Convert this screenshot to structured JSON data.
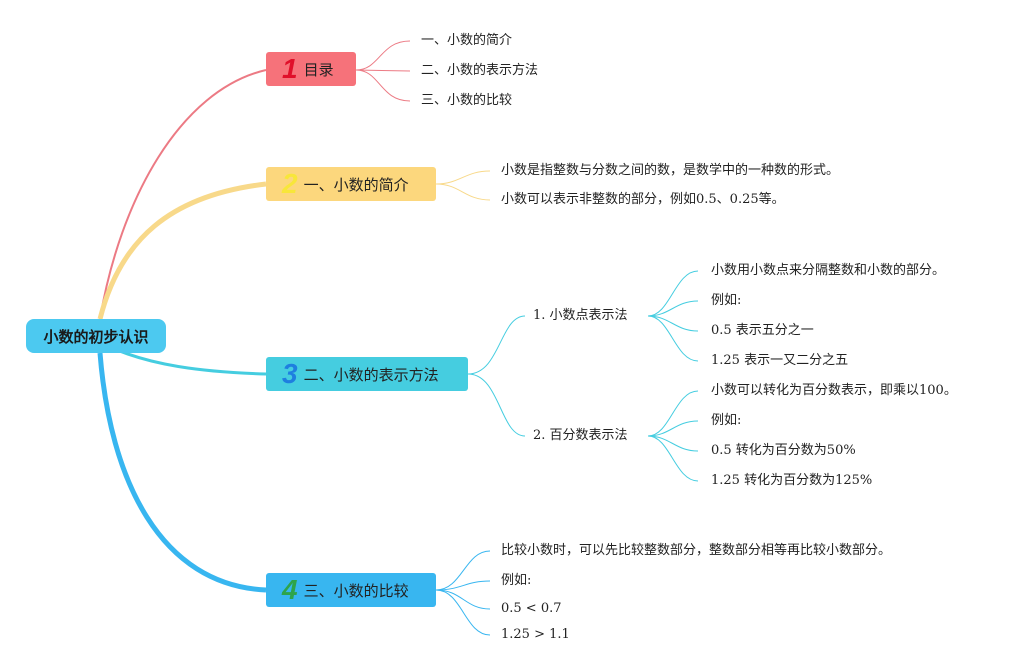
{
  "root": {
    "label": "小数的初步认识"
  },
  "branches": [
    {
      "number": "1",
      "label": "目录",
      "color": "#f6727a",
      "leaves": [
        "一、小数的简介",
        "二、小数的表示方法",
        "三、小数的比较"
      ]
    },
    {
      "number": "2",
      "label": "一、小数的简介",
      "color": "#fcd77d",
      "leaves": [
        "小数是指整数与分数之间的数，是数学中的一种数的形式。",
        "小数可以表示非整数的部分，例如0.5、0.25等。"
      ]
    },
    {
      "number": "3",
      "label": "二、小数的表示方法",
      "color": "#45cde0",
      "subtopics": [
        {
          "label": "1. 小数点表示法",
          "leaves": [
            "小数用小数点来分隔整数和小数的部分。",
            "例如:",
            "0.5 表示五分之一",
            "1.25 表示一又二分之五"
          ]
        },
        {
          "label": "2. 百分数表示法",
          "leaves": [
            "小数可以转化为百分数表示，即乘以100。",
            "例如:",
            "0.5 转化为百分数为50%",
            "1.25 转化为百分数为125%"
          ]
        }
      ]
    },
    {
      "number": "4",
      "label": "三、小数的比较",
      "color": "#38b6f0",
      "leaves": [
        "比较小数时，可以先比较整数部分，整数部分相等再比较小数部分。",
        "例如:",
        "0.5 < 0.7",
        "1.25 > 1.1"
      ]
    }
  ]
}
